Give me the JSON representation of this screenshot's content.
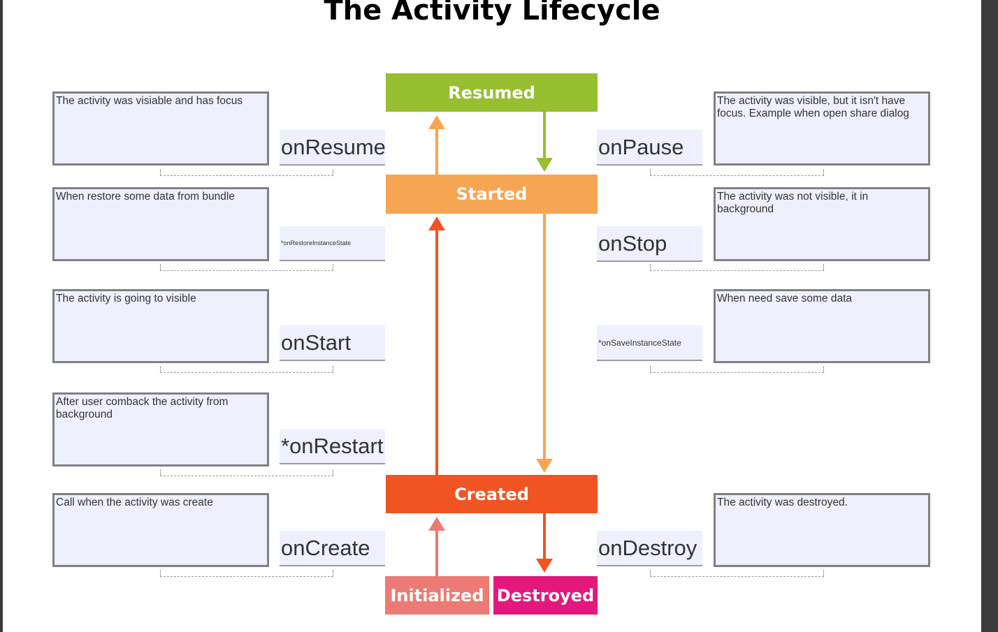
{
  "title": "The Activity Lifecycle",
  "states": {
    "resumed": "Resumed",
    "started": "Started",
    "created": "Created",
    "initialized": "Initialized",
    "destroyed": "Destroyed"
  },
  "callbacks": {
    "onResume": "onResume",
    "onRestoreInstanceState": "*onRestoreInstanceState",
    "onStart": "onStart",
    "onRestart": "*onRestart",
    "onCreate": "onCreate",
    "onPause": "onPause",
    "onStop": "onStop",
    "onSaveInstanceState": "*onSaveInstanceState",
    "onDestroy": "onDestroy"
  },
  "notes": {
    "onResume": "The activity was visiable and has focus",
    "onRestoreInstanceState": "When restore some data from bundle",
    "onStart": "The activity is going to visible",
    "onRestart": "After user comback the activity from background",
    "onCreate": "Call when the activity was create",
    "onPause": "The activity was visible, but it isn't have focus. Example when open share dialog",
    "onStop": "The activity was not visible, it in background",
    "onSaveInstanceState": "When need save some data",
    "onDestroy": "The activity was destroyed."
  },
  "colors": {
    "resumed": "#97bf31",
    "started": "#f6a552",
    "created": "#f05423",
    "initialized": "#ec7b75",
    "destroyed": "#e3177c",
    "note_fill": "#eef0fd",
    "note_border": "#808086"
  }
}
